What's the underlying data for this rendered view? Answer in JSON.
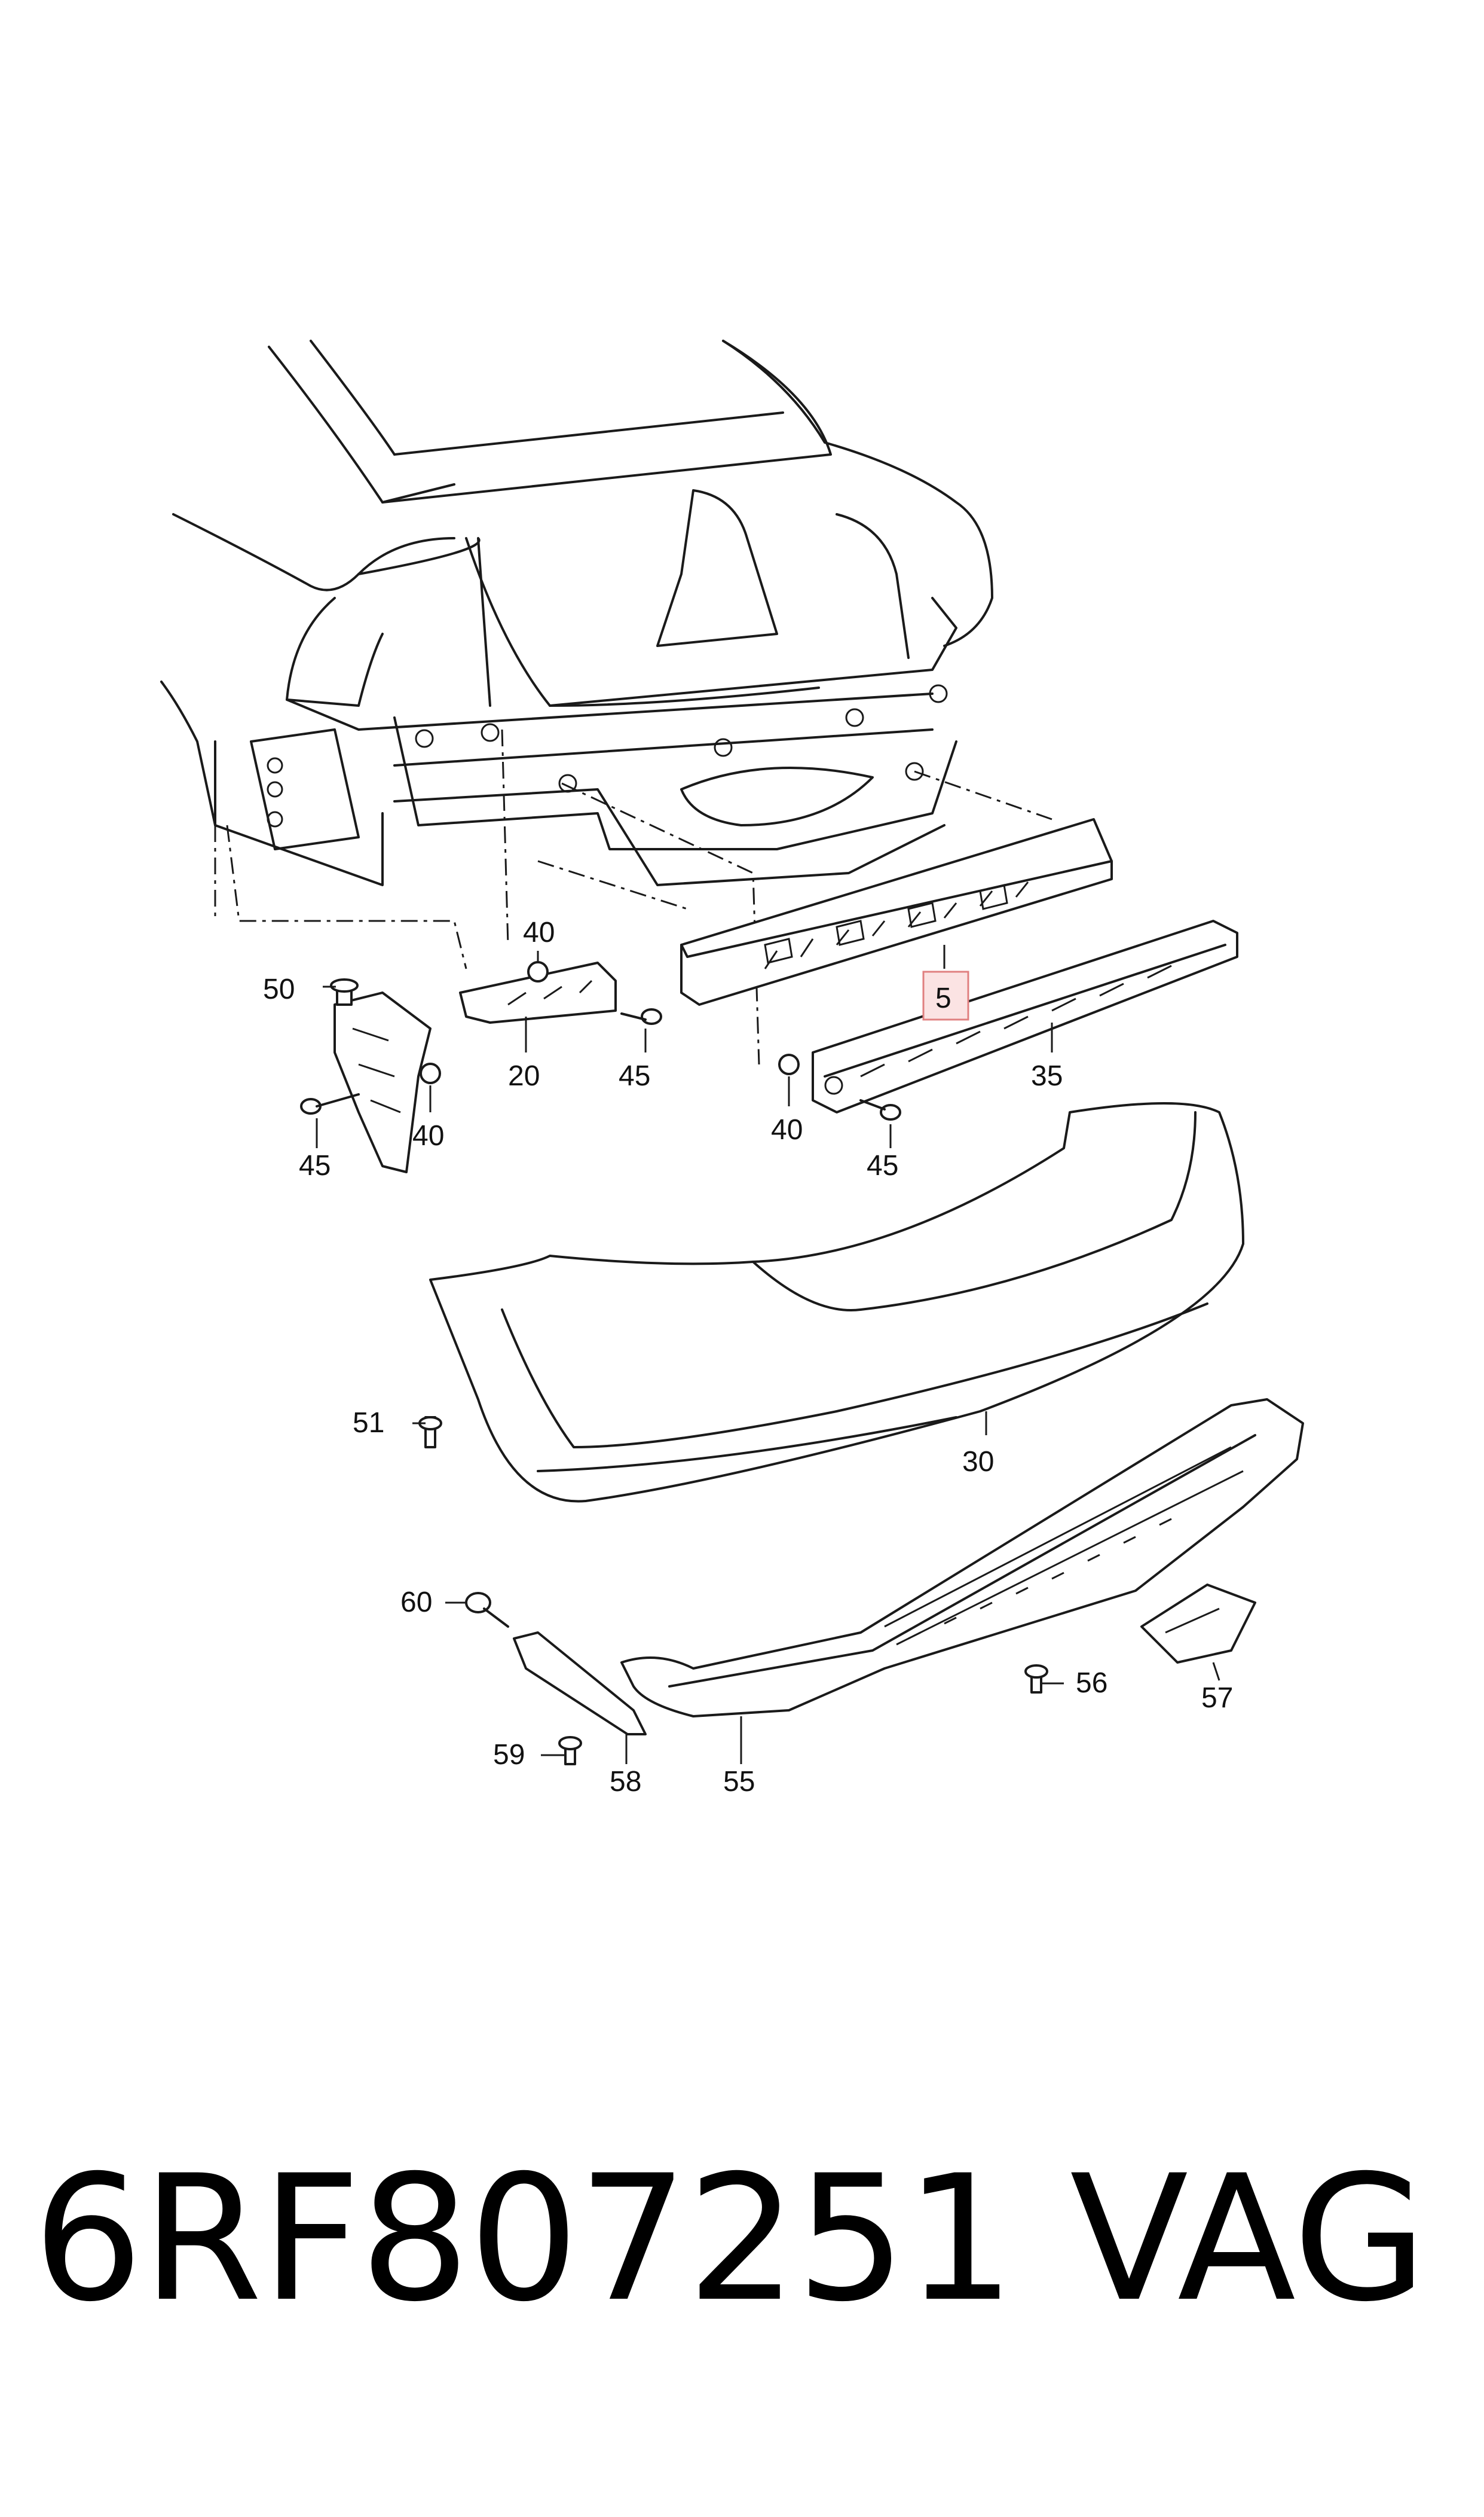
{
  "callouts": {
    "c5": "5",
    "c20": "20",
    "c30": "30",
    "c35": "35",
    "c40a": "40",
    "c40b": "40",
    "c40c": "40",
    "c45a": "45",
    "c45b": "45",
    "c45c": "45",
    "c50": "50",
    "c51": "51",
    "c55": "55",
    "c56": "56",
    "c57": "57",
    "c58": "58",
    "c59": "59",
    "c60": "60"
  },
  "highlight_colors": {
    "fill": "#fbe3e3",
    "stroke": "#e08080"
  },
  "footer": {
    "part_number": "6RF807251",
    "brand": "VAG"
  }
}
